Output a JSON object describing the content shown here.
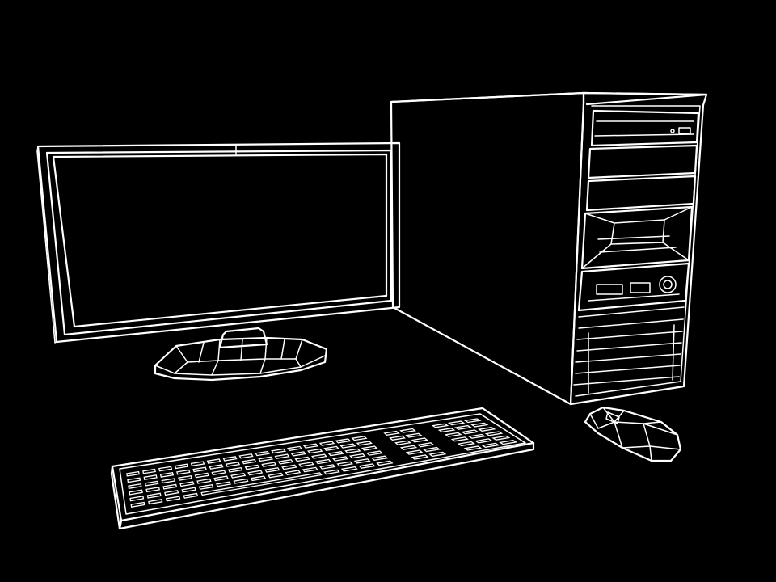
{
  "scene": {
    "background_color": "#000000",
    "line_color": "#ffffff",
    "style": "white wireframe line drawing on black",
    "objects": [
      {
        "id": "monitor",
        "icon": "monitor-icon"
      },
      {
        "id": "monitor-stand",
        "icon": "stand-icon"
      },
      {
        "id": "system-unit",
        "icon": "tower-icon"
      },
      {
        "id": "keyboard",
        "icon": "keyboard-icon"
      },
      {
        "id": "mouse",
        "icon": "mouse-icon"
      }
    ]
  }
}
